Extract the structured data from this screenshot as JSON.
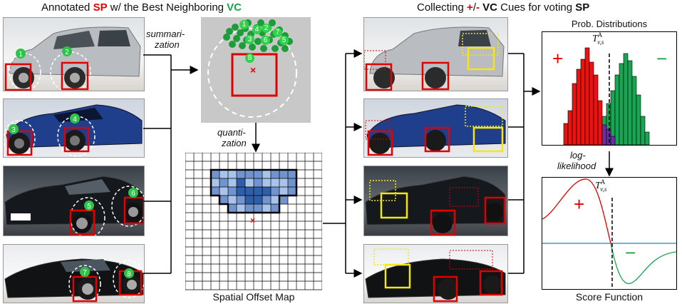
{
  "header_left": {
    "prefix": "Annotated ",
    "sp": "SP",
    "middle": " w/ the Best Neighboring ",
    "vc": "VC"
  },
  "header_right": {
    "prefix": "Collecting ",
    "plus": "+",
    "slash": "/",
    "minus": "-",
    "vc": " VC",
    "middle": " Cues for voting ",
    "sp": "SP"
  },
  "labels": {
    "summarization": [
      "summari-",
      "zation"
    ],
    "quantization": [
      "quanti-",
      "zation"
    ],
    "log_likelihood": [
      "log-",
      "likelihood"
    ],
    "spatial_offset_map": "Spatial Offset Map",
    "prob_distributions": "Prob. Distributions",
    "score_function": "Score Function",
    "threshold": "T",
    "threshold_sup": "A",
    "threshold_sub": "v,s",
    "plus_sign": "+",
    "minus_sign": "−",
    "center_cross": "×"
  },
  "car_markers": [
    [
      "1",
      "2"
    ],
    [
      "3",
      "4"
    ],
    [
      "5",
      "6"
    ],
    [
      "7",
      "8"
    ]
  ],
  "summary_markers": [
    "1",
    "2",
    "3",
    "4",
    "5",
    "6",
    "7",
    "8"
  ],
  "colors": {
    "sp_red": "#e00000",
    "vc_green": "#1aa34a",
    "voting_yellow": "#f5e61a",
    "dist_red": "#ee1111",
    "dist_green": "#19a552",
    "dist_purple": "#6a2ea0",
    "grid_blue_dark": "#2f5ea8",
    "grid_blue_light": "#a9c4ea",
    "baseline_blue": "#3a9ad9"
  },
  "icons": [
    "arrow-icon",
    "cross-icon"
  ]
}
